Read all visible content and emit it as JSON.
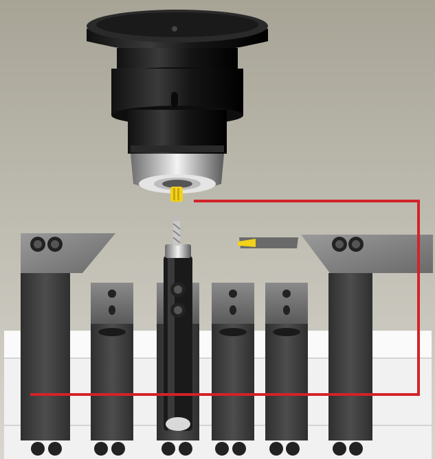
{
  "scene": {
    "colors": {
      "background_top": "#a9a698",
      "background_bottom": "#d6d4cc",
      "spindle_dark": "#1c1c1c",
      "tool_block": "#4a4a4a",
      "tool_block_light": "#7a7a7a",
      "base_white": "#f1f1f1",
      "path_line": "#d2232a",
      "insert_yellow": "#f2d21a"
    },
    "components": [
      {
        "name": "spindle",
        "icon": "spindle-icon"
      },
      {
        "name": "yellow-tool-tip",
        "icon": "tool-tip-icon"
      },
      {
        "name": "left-turning-holder",
        "icon": "tool-holder-icon"
      },
      {
        "name": "right-turning-holder",
        "icon": "tool-holder-icon"
      },
      {
        "name": "drill-holder",
        "icon": "drill-icon"
      },
      {
        "name": "small-holder",
        "icon": "tool-holder-icon",
        "count": 4
      },
      {
        "name": "white-base-plate",
        "icon": "base-plate-icon"
      },
      {
        "name": "red-tool-path",
        "icon": "path-line-icon"
      }
    ]
  }
}
